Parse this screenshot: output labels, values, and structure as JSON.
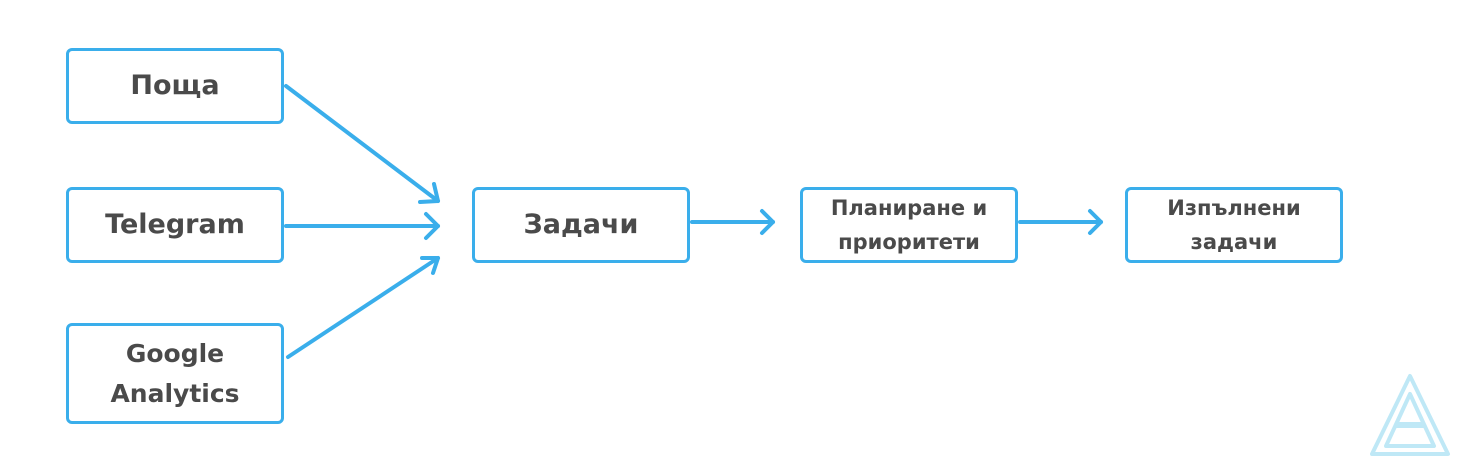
{
  "diagram": {
    "accent_color": "#3aaeeb",
    "text_color": "#4a4a4a",
    "nodes": {
      "mail": "Поща",
      "telegram": "Telegram",
      "google_analytics": "Google\nAnalytics",
      "tasks": "Задачи",
      "planning": "Планиране и\nприоритети",
      "done": "Изпълнени\nзадачи"
    },
    "edges": [
      {
        "from": "mail",
        "to": "tasks"
      },
      {
        "from": "telegram",
        "to": "tasks"
      },
      {
        "from": "google_analytics",
        "to": "tasks"
      },
      {
        "from": "tasks",
        "to": "planning"
      },
      {
        "from": "planning",
        "to": "done"
      }
    ],
    "logo": "triangle-logo-icon"
  }
}
